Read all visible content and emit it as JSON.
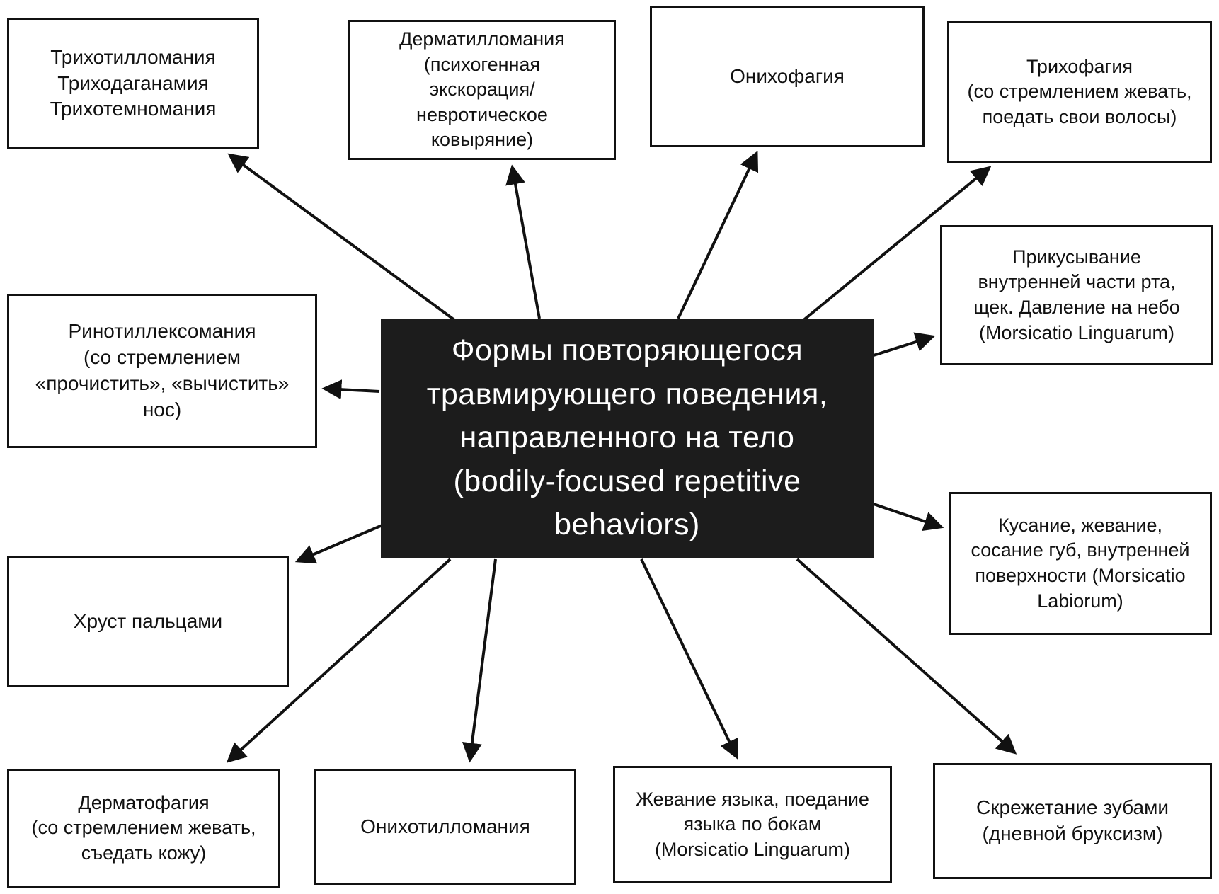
{
  "diagram": {
    "type": "radial-concept-map",
    "accent_color": "#1c1c1c",
    "border_color": "#111111",
    "background_color": "#ffffff"
  },
  "center": {
    "label": "Формы повторяющегося\nтравмирующего поведения,\nнаправленного на тело\n(bodily-focused repetitive\nbehaviors)"
  },
  "nodes": [
    {
      "id": "trichotillomania",
      "label": "Трихотилломания\nТриходаганамия\nТрихотемномания"
    },
    {
      "id": "dermatillomania",
      "label": "Дерматилломания\n(психогенная\nэкскорация/\nневротическое\nковыряние)"
    },
    {
      "id": "onychophagia",
      "label": "Онихофагия"
    },
    {
      "id": "trichophagia",
      "label": "Трихофагия\n(со стремлением жевать,\nпоедать свои волосы)"
    },
    {
      "id": "morsicatio-linguarum-cheek",
      "label": "Прикусывание\nвнутренней части рта,\nщек. Давление на небо\n(Morsicatio Linguarum)"
    },
    {
      "id": "morsicatio-labiorum",
      "label": "Кусание, жевание,\nсосание губ, внутренней\nповерхности (Morsicatio\nLabiorum)"
    },
    {
      "id": "rhinotillexomania",
      "label": "Ринотиллексомания\n(со стремлением\n«прочистить», «вычистить»\nнос)"
    },
    {
      "id": "knuckle-cracking",
      "label": "Хруст пальцами"
    },
    {
      "id": "dermatophagia",
      "label": "Дерматофагия\n(со стремлением жевать,\nсъедать кожу)"
    },
    {
      "id": "onychotillomania",
      "label": "Онихотилломания"
    },
    {
      "id": "tongue-chewing",
      "label": "Жевание языка, поедание\nязыка по бокам\n(Morsicatio Linguarum)"
    },
    {
      "id": "bruxism",
      "label": "Скрежетание зубами\n(дневной бруксизм)"
    }
  ]
}
